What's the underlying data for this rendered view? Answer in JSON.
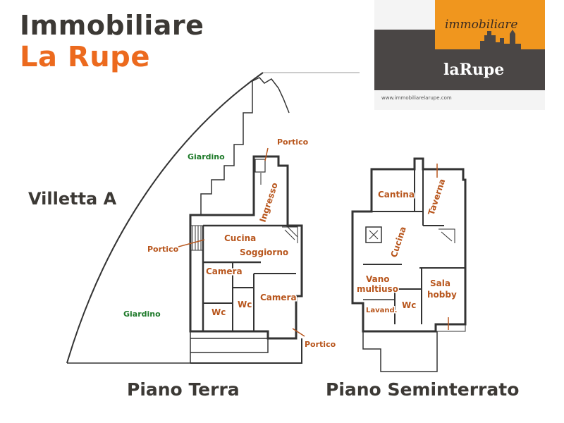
{
  "header": {
    "title_line1": "Immobiliare",
    "title_line2": "La Rupe"
  },
  "logo": {
    "script_text": "immobiliare",
    "brand_text": "laRupe",
    "website": "www.immobiliarelarupe.com",
    "colors": {
      "orange": "#f0961e",
      "dark": "#4a4645"
    }
  },
  "plan_title": "Villetta A",
  "ground_floor": {
    "label": "Piano Terra",
    "rooms": {
      "cucina": "Cucina",
      "soggiorno": "Soggiorno",
      "ingresso": "Ingresso",
      "camera1": "Camera",
      "camera2": "Camera",
      "wc1": "Wc",
      "wc2": "Wc"
    },
    "annotations": {
      "portico_top": "Portico",
      "portico_left": "Portico",
      "portico_bottom": "Portico",
      "giardino_top": "Giardino",
      "giardino_bottom": "Giardino"
    }
  },
  "basement": {
    "label": "Piano Seminterrato",
    "rooms": {
      "cantina": "Cantina",
      "taverna": "Taverna",
      "cucina": "Cucina",
      "vano": "Vano",
      "multiuso": "multiuso",
      "sala": "Sala",
      "hobby": "hobby",
      "lavand": "Lavand.",
      "wc": "Wc"
    }
  },
  "colors": {
    "title_dark": "#3c3935",
    "title_orange": "#ec6a1e",
    "room_label": "#b8561d",
    "garden_label": "#1e7a2a"
  }
}
